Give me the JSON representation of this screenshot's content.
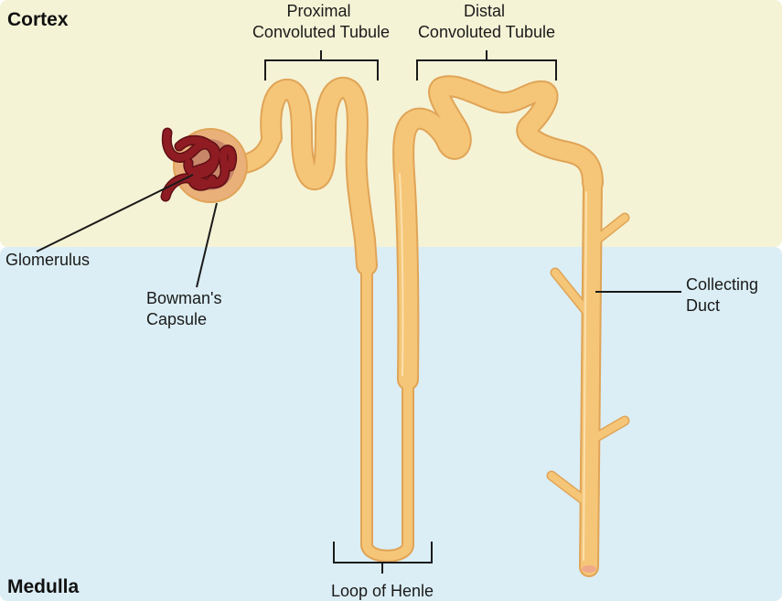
{
  "regions": {
    "cortex": {
      "label": "Cortex",
      "color": "#f5f3d6"
    },
    "medulla": {
      "label": "Medulla",
      "color": "#dbeef5"
    }
  },
  "labels": {
    "proximal": [
      "Proximal",
      "Convoluted Tubule"
    ],
    "distal": [
      "Distal",
      "Convoluted Tubule"
    ],
    "glomerulus": [
      "Glomerulus"
    ],
    "bowman": [
      "Bowman's",
      "Capsule"
    ],
    "collecting": [
      "Collecting",
      "Duct"
    ],
    "loop": [
      "Loop of Henle"
    ]
  },
  "colors": {
    "tubule_fill": "#f5c677",
    "tubule_outline": "#e0a457",
    "tubule_highlight": "#fbe0ad",
    "capsule_fill": "#eab07a",
    "capsule_inner": "#c9876a",
    "glomerulus": "#8f1c23",
    "glomerulus_dark": "#5e0f15",
    "duct_end": "#f0a88a"
  }
}
